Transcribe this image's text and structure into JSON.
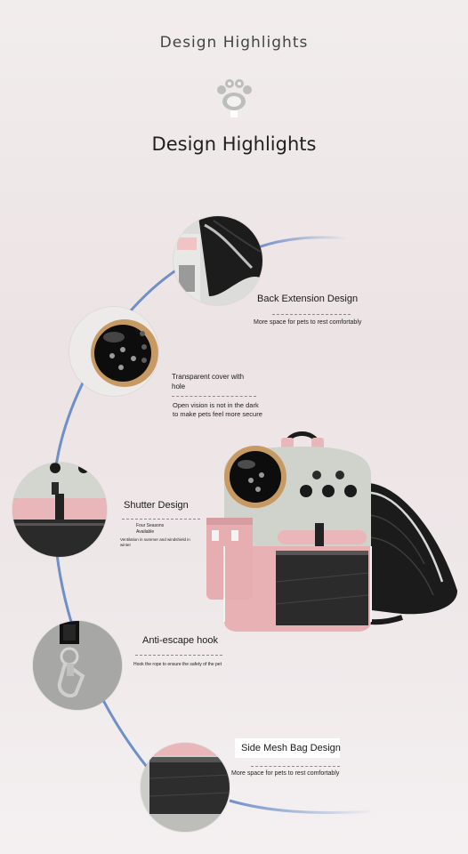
{
  "header": {
    "top_title": "Design Highlights",
    "main_title": "Design Highlights"
  },
  "features": {
    "back_extension": {
      "title": "Back Extension Design",
      "desc": "More space for pets to rest comfortably"
    },
    "transparent_cover": {
      "title_line1": "Transparent cover with",
      "title_line2": "hole",
      "desc_line1": "Open vision is not in the dark",
      "desc_line2": "to make pets feel more secure"
    },
    "shutter": {
      "title": "Shutter Design",
      "sub_line1": "Four Seasons",
      "sub_line2": "Available",
      "desc_line1": "Ventilation in summer and windshield in",
      "desc_line2": "winter"
    },
    "anti_escape": {
      "title": "Anti-escape hook",
      "desc": "Hook the rope to ensure the safety of the pet"
    },
    "side_mesh": {
      "title": "Side Mesh Bag Design",
      "desc": "More space for pets to rest comfortably"
    }
  },
  "colors": {
    "accent_blue": "#6f8fc9",
    "bag_pink": "#e9b7b9",
    "bag_gray": "#c9cdc6",
    "mesh_black": "#1b1b1b"
  },
  "icons": [
    "paw-icon"
  ]
}
